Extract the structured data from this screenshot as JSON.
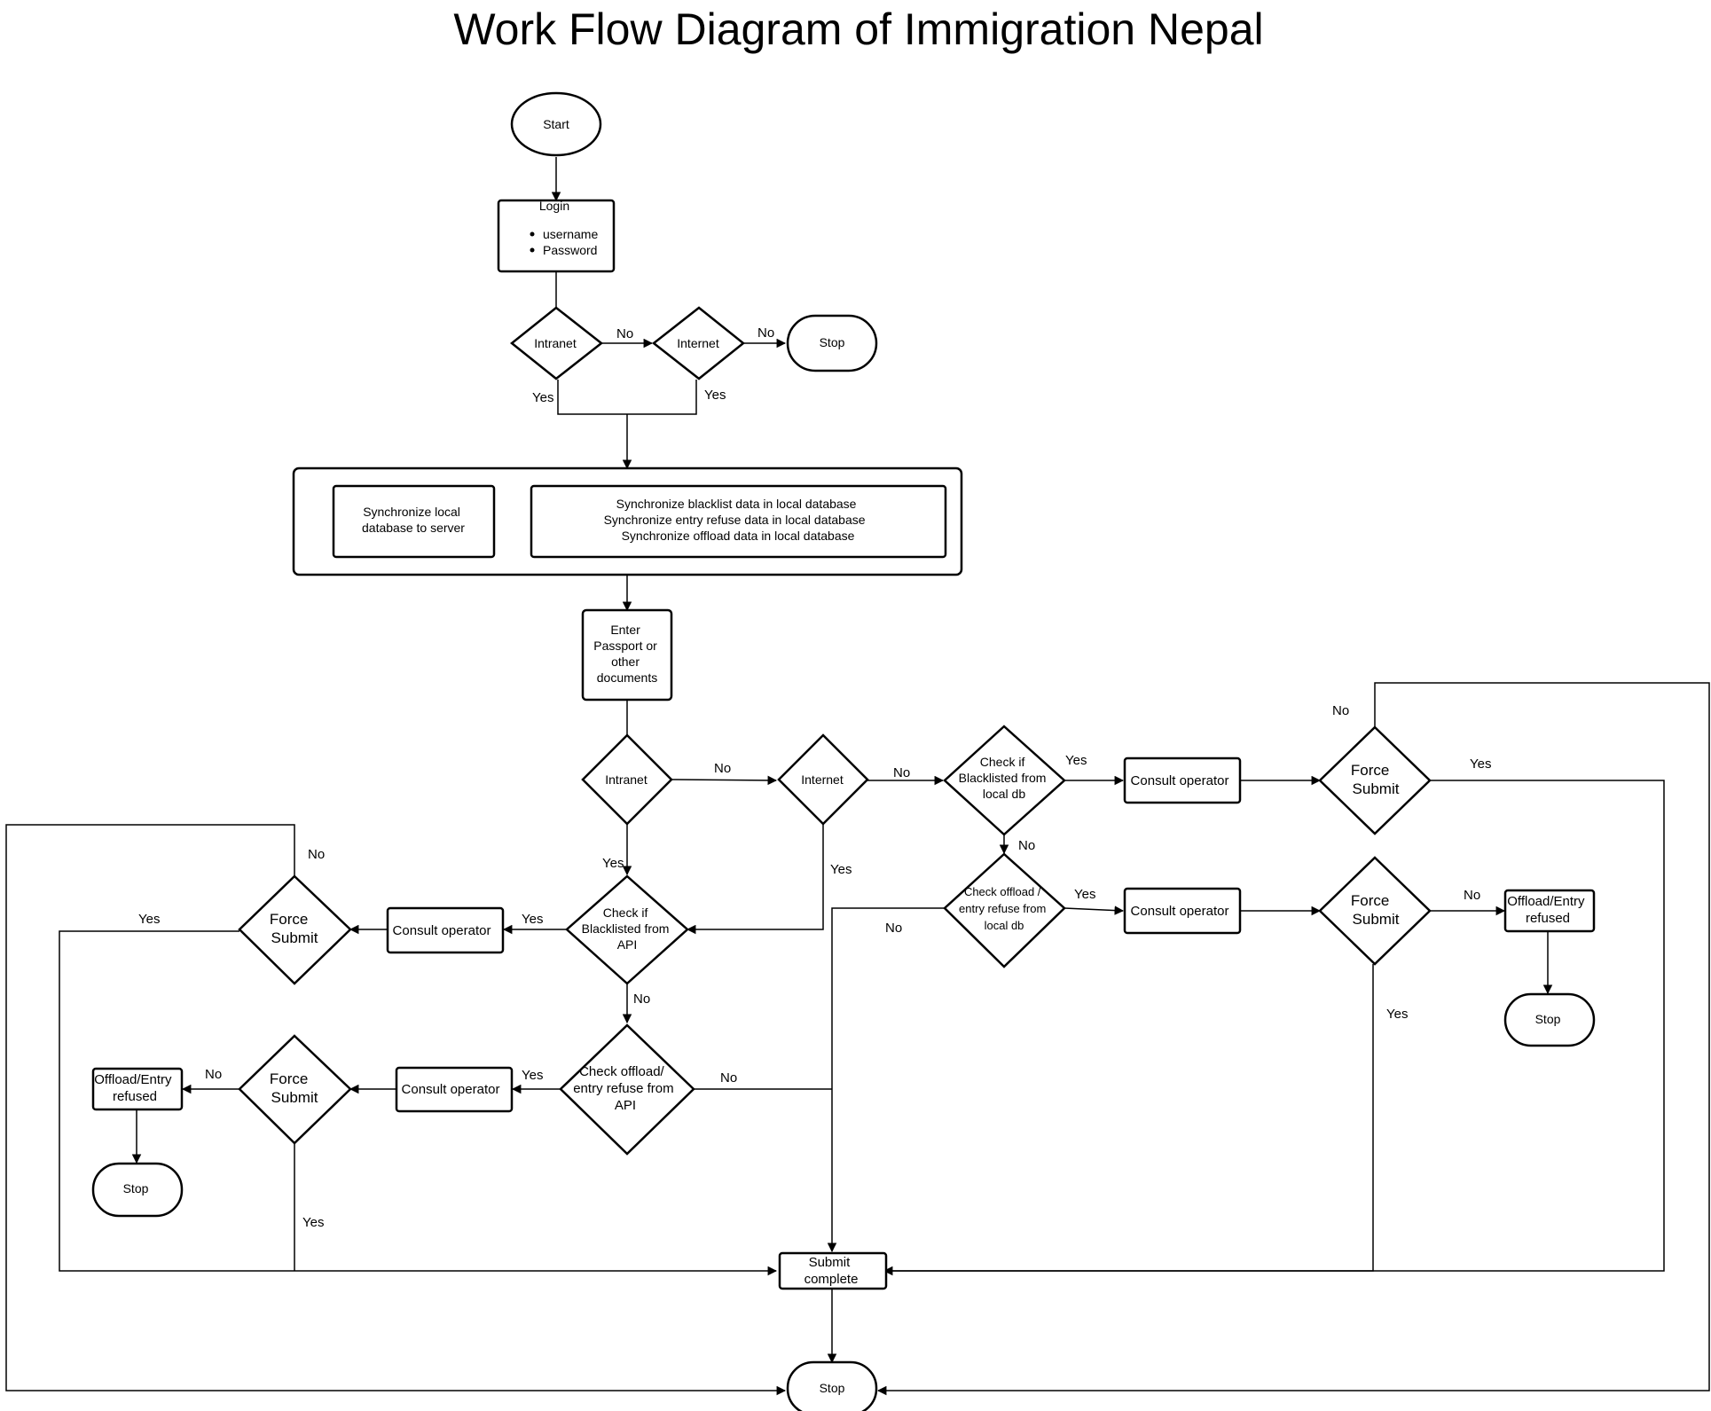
{
  "title": "Work Flow Diagram of Immigration Nepal",
  "nodes": {
    "start": "Start",
    "login_title": "Login",
    "login_item_1": "username",
    "login_item_2": "Password",
    "intranet_1": "Intranet",
    "internet_1": "Internet",
    "stop_1": "Stop",
    "sync_local": [
      "Synchronize local",
      "database to server"
    ],
    "sync_data": [
      "Synchronize blacklist data in local database",
      "Synchronize entry refuse data in local database",
      "Synchronize offload data in local database"
    ],
    "enter_passport": [
      "Enter",
      "Passport or",
      "other",
      "documents"
    ],
    "intranet_2": "Intranet",
    "internet_2": "Internet",
    "check_blacklist_local": [
      "Check if",
      "Blacklisted from",
      "local db"
    ],
    "consult_operator_1": "Consult operator",
    "force_submit_1": [
      "Force",
      "Submit"
    ],
    "check_offload_local": [
      "Check offload /",
      "entry refuse from",
      "local db"
    ],
    "consult_operator_2": "Consult operator",
    "force_submit_2": [
      "Force",
      "Submit"
    ],
    "offload_refused_1": [
      "Offload/Entry",
      "refused"
    ],
    "stop_2": "Stop",
    "check_blacklist_api": [
      "Check if",
      "Blacklisted from",
      "API"
    ],
    "consult_operator_3": "Consult operator",
    "force_submit_3": [
      "Force",
      "Submit"
    ],
    "check_offload_api": [
      "Check offload/",
      "entry refuse from",
      "API"
    ],
    "consult_operator_4": "Consult operator",
    "force_submit_4": [
      "Force",
      "Submit"
    ],
    "offload_refused_2": [
      "Offload/Entry",
      "refused"
    ],
    "stop_3": "Stop",
    "submit_complete": [
      "Submit",
      "complete"
    ],
    "stop_final": "Stop"
  },
  "edge_labels": {
    "intranet1_no": "No",
    "internet1_no": "No",
    "intranet1_yes": "Yes",
    "internet1_yes": "Yes",
    "intranet2_no": "No",
    "internet2_no": "No",
    "intranet2_yes": "Yes",
    "internet2_yes": "Yes",
    "blacklist_local_yes": "Yes",
    "blacklist_local_no": "No",
    "force1_no": "No",
    "force1_yes": "Yes",
    "offload_local_yes": "Yes",
    "offload_local_no": "No",
    "force2_no": "No",
    "force2_yes": "Yes",
    "blacklist_api_yes": "Yes",
    "blacklist_api_no": "No",
    "force3_no": "No",
    "force3_yes": "Yes",
    "offload_api_yes": "Yes",
    "offload_api_no": "No",
    "force4_no": "No",
    "force4_yes": "Yes"
  }
}
